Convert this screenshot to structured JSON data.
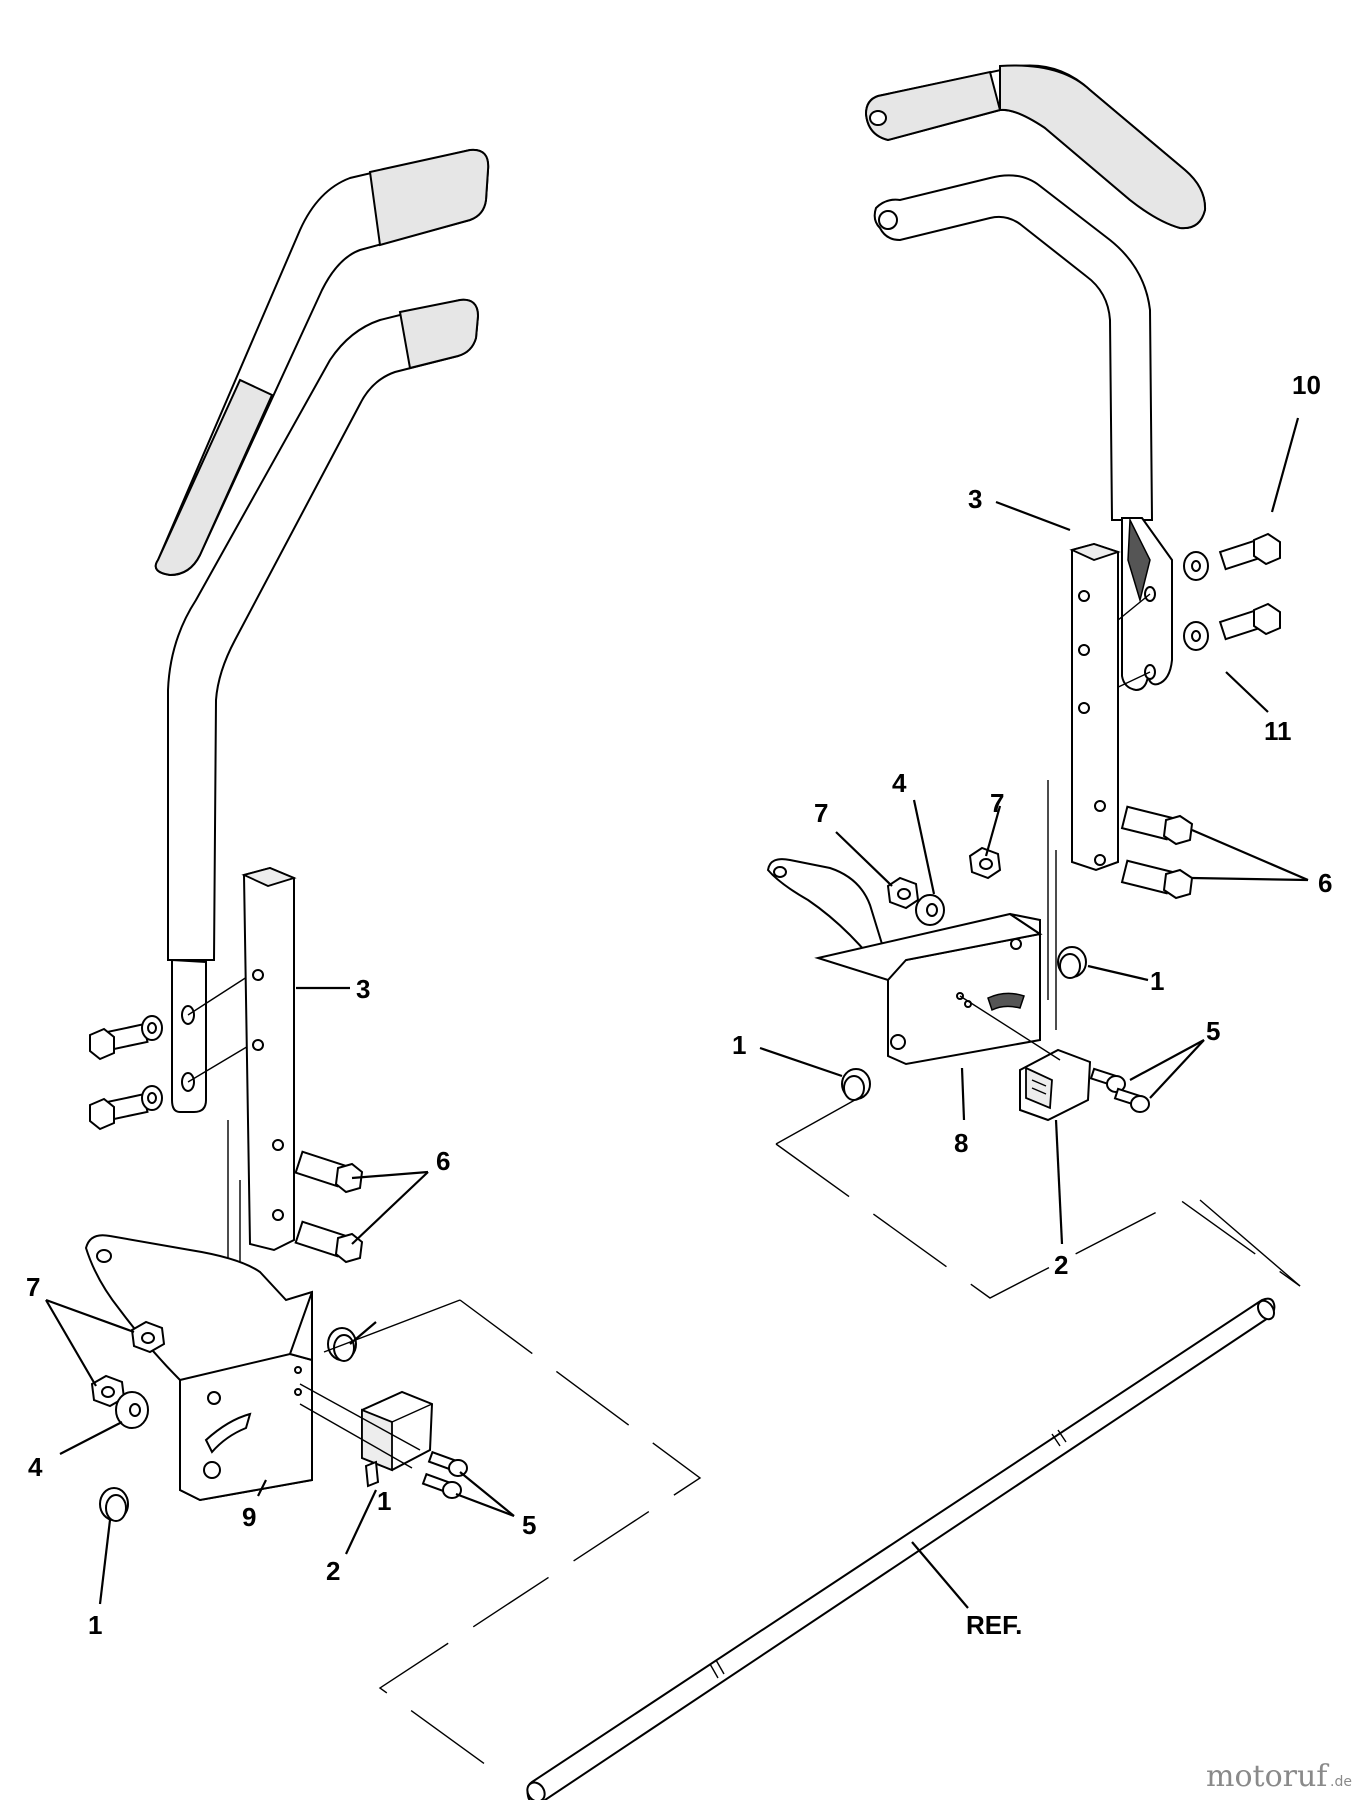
{
  "diagram": {
    "left_assembly": {
      "callouts": [
        "1",
        "1",
        "2",
        "3",
        "4",
        "5",
        "6",
        "7",
        "9"
      ]
    },
    "right_assembly": {
      "callouts": [
        "1",
        "1",
        "2",
        "3",
        "4",
        "5",
        "6",
        "7",
        "7",
        "8",
        "10",
        "11"
      ]
    },
    "shaft_label": "REF."
  },
  "watermark": {
    "text": "motoruf",
    "suffix": ".de"
  }
}
